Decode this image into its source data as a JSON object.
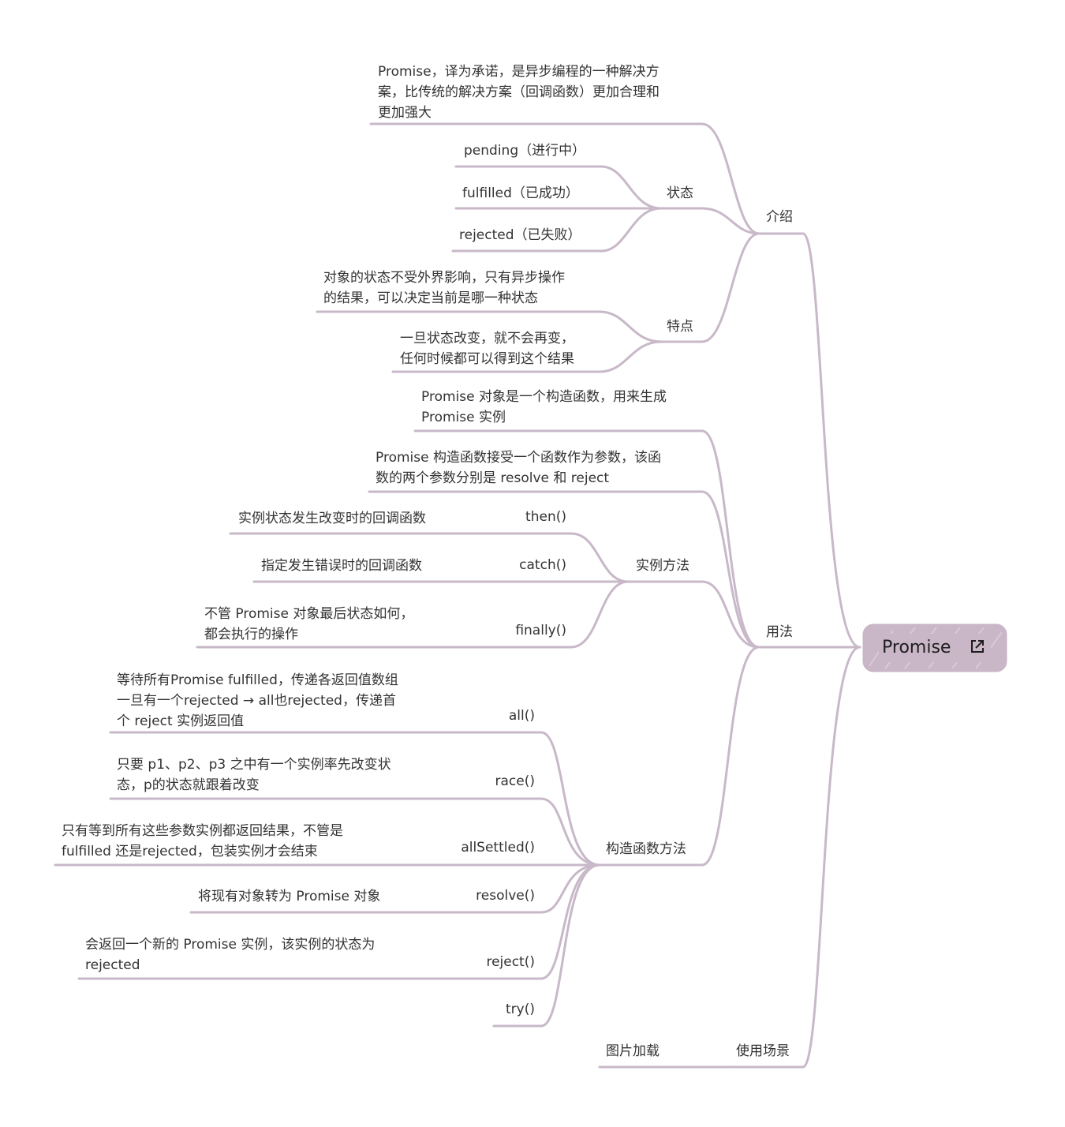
{
  "root": {
    "label": "Promise",
    "link_icon": "external-link-icon"
  },
  "branches": {
    "intro": {
      "label": "介绍",
      "description": "Promise，译为承诺，是异步编程的一种解决方\n案，比传统的解决方案（回调函数）更加合理和\n更加强大",
      "state": {
        "label": "状态",
        "items": [
          "pending（进行中）",
          "fulfilled（已成功）",
          "rejected（已失败）"
        ]
      },
      "features": {
        "label": "特点",
        "items": [
          "对象的状态不受外界影响，只有异步操作\n的结果，可以决定当前是哪一种状态",
          "一旦状态改变，就不会再变，\n任何时候都可以得到这个结果"
        ]
      }
    },
    "usage": {
      "label": "用法",
      "notes": [
        "Promise 对象是一个构造函数，用来生成\nPromise 实例",
        "Promise 构造函数接受一个函数作为参数，该函\n数的两个参数分别是 resolve 和 reject"
      ],
      "instance_methods": {
        "label": "实例方法",
        "methods": [
          {
            "name": "then()",
            "desc": "实例状态发生改变时的回调函数"
          },
          {
            "name": "catch()",
            "desc": "指定发生错误时的回调函数"
          },
          {
            "name": "finally()",
            "desc": "不管 Promise 对象最后状态如何，\n都会执行的操作"
          }
        ]
      },
      "constructor_methods": {
        "label": "构造函数方法",
        "methods": [
          {
            "name": "all()",
            "desc": "等待所有Promise fulfilled，传递各返回值数组\n一旦有一个rejected → all也rejected，传递首\n个 reject 实例返回值"
          },
          {
            "name": "race()",
            "desc": "只要 p1、p2、p3 之中有一个实例率先改变状\n态，p的状态就跟着改变"
          },
          {
            "name": "allSettled()",
            "desc": "只有等到所有这些参数实例都返回结果，不管是\nfulfilled 还是rejected，包装实例才会结束"
          },
          {
            "name": "resolve()",
            "desc": "将现有对象转为 Promise 对象"
          },
          {
            "name": "reject()",
            "desc": "会返回一个新的 Promise 实例，该实例的状态为\nrejected"
          },
          {
            "name": "try()",
            "desc": ""
          }
        ]
      }
    },
    "scenarios": {
      "label": "使用场景",
      "items": [
        "图片加载"
      ]
    }
  },
  "colors": {
    "line": "#c8b8c8",
    "root_fill": "#c9b6c7",
    "text": "#333333"
  }
}
